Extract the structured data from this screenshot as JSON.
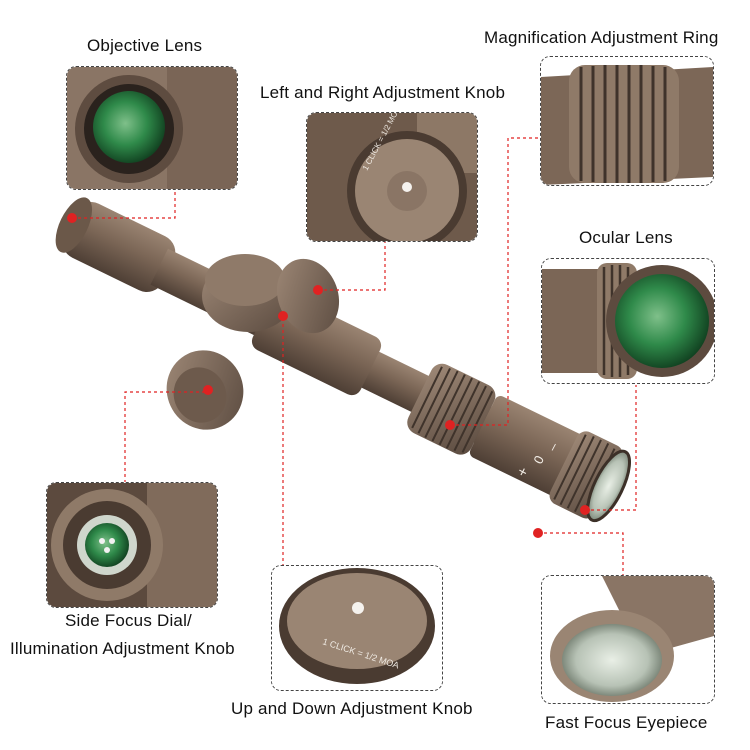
{
  "labels": {
    "objective_lens": "Objective Lens",
    "magnification_ring": "Magnification Adjustment Ring",
    "lr_knob": "Left and Right Adjustment Knob",
    "ocular_lens": "Ocular Lens",
    "side_focus_line1": "Side Focus Dial/",
    "side_focus_line2": "Illumination Adjustment Knob",
    "ud_knob": "Up and Down Adjustment Knob",
    "fast_focus": "Fast Focus Eyepiece"
  },
  "turret_markings": {
    "lr": "1 CLICK = 1/2 MOA",
    "ud": "1 CLICK = 1/2 MOA"
  },
  "ring_markings": {
    "plus": "+",
    "zero": "0",
    "minus": "–"
  },
  "colors": {
    "body": "#7d6858",
    "body_dark": "#4f4036",
    "body_light": "#a58f7d",
    "lens_green": "#2f8a4a",
    "callout_red": "#e02222",
    "dash": "#444444"
  }
}
